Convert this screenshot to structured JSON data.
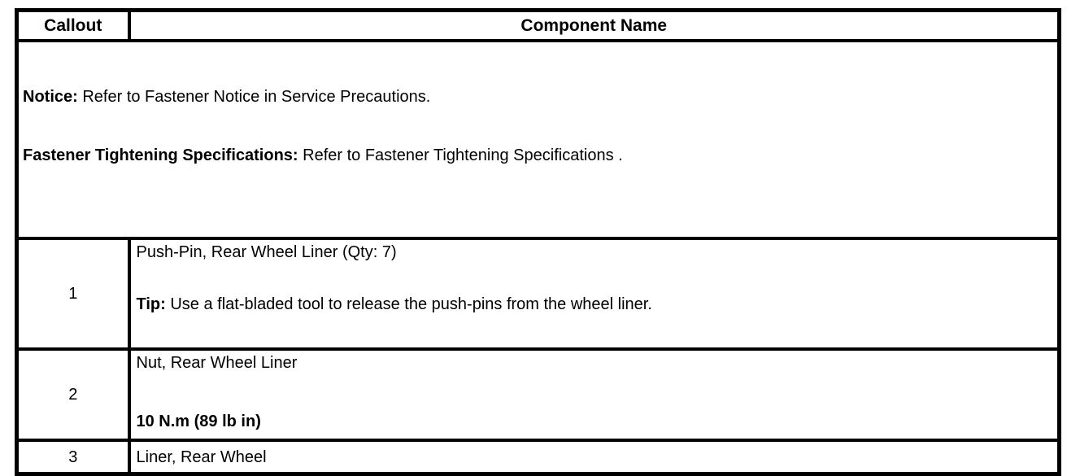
{
  "table": {
    "headers": {
      "callout": "Callout",
      "component": "Component Name"
    },
    "notice": {
      "notice_label": "Notice:",
      "notice_text": " Refer to Fastener Notice in Service Precautions.",
      "fastener_label": "Fastener Tightening Specifications:",
      "fastener_text": " Refer to Fastener Tightening Specifications ."
    },
    "rows": [
      {
        "callout": "1",
        "name": "Push-Pin, Rear Wheel Liner (Qty: 7)",
        "tip_label": "Tip:",
        "tip_text": " Use a flat-bladed tool to release the push-pins from the wheel liner."
      },
      {
        "callout": "2",
        "name": "Nut, Rear Wheel Liner",
        "torque": "10 N.m (89 lb in)"
      },
      {
        "callout": "3",
        "name": "Liner, Rear Wheel"
      }
    ]
  }
}
